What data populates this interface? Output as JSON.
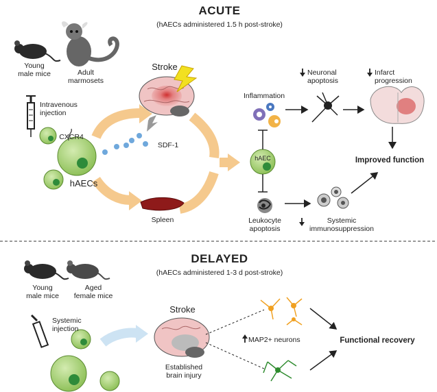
{
  "acute": {
    "title": "ACUTE",
    "subtitle": "(hAECs administered 1.5 h post-stroke)",
    "young_mice": "Young\nmale mice",
    "marmosets": "Adult\nmarmosets",
    "injection": "Intravenous\ninjection",
    "cxcr4": "CXCR4",
    "haecs": "hAECs",
    "stroke": "Stroke",
    "sdf1": "SDF-1",
    "spleen": "Spleen",
    "inflammation": "Inflammation",
    "haec_cell": "hAEC",
    "neuronal_apoptosis": "Neuronal\napoptosis",
    "infarct_progression": "Infarct\nprogression",
    "improved_function": "Improved function",
    "leukocyte_apoptosis": "Leukocyte\napoptosis",
    "systemic_immunosuppression": "Systemic\nimmunosuppression"
  },
  "delayed": {
    "title": "DELAYED",
    "subtitle": "(hAECs administered 1-3 d post-stroke)",
    "young_mice": "Young\nmale mice",
    "aged_mice": "Aged\nfemale mice",
    "injection": "Systemic\ninjection",
    "stroke": "Stroke",
    "injury": "Established\nbrain injury",
    "map2": "MAP2+ neurons",
    "functional_recovery": "Functional recovery"
  },
  "colors": {
    "cell_green": "#9ccb6b",
    "cell_dark": "#2e8b3a",
    "arrow_orange": "#f5c98d",
    "arrow_blue": "#cde3f3",
    "brain_pink": "#e8b8b8",
    "spleen_red": "#8e1a1a",
    "neuron_orange": "#f0a020",
    "neuron_green": "#2e8b2e",
    "sdf_blue": "#6fa8dc"
  }
}
